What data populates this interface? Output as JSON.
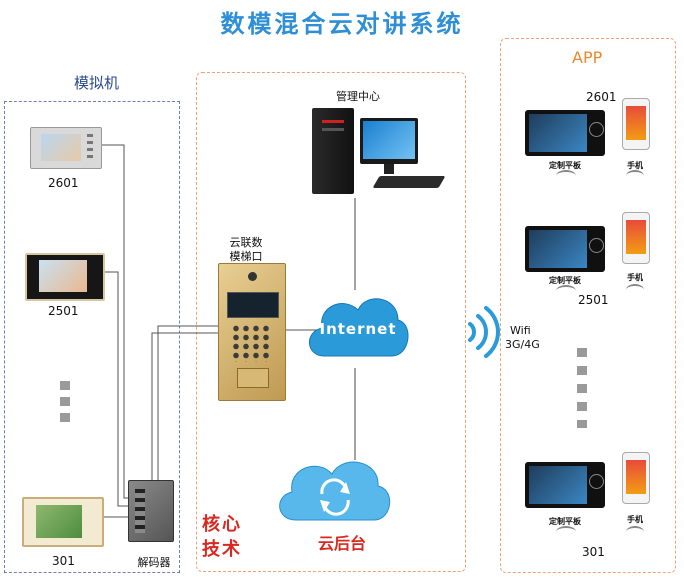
{
  "title": "数模混合云对讲系统",
  "analog": {
    "label": "模拟机",
    "units": [
      {
        "number": "2601"
      },
      {
        "number": "2501"
      },
      {
        "number": "301"
      }
    ]
  },
  "core": {
    "management_center": "管理中心",
    "door_station_label": "云联数模梯口机",
    "internet_label": "Internet",
    "cloud_backend_label": "云后台",
    "core_tech_label": "核心技术",
    "decoder_label": "解码器"
  },
  "wireless": {
    "line1": "Wifi",
    "line2": "3G/4G"
  },
  "app": {
    "label": "APP",
    "tablet_label": "定制平板",
    "phone_label": "手机",
    "groups": [
      {
        "number": "2601"
      },
      {
        "number": "2501"
      },
      {
        "number": "301"
      }
    ]
  },
  "colors": {
    "title": "#2f8fd6",
    "left_border": "#6f7fb4",
    "orange_border": "#f0a074",
    "cloud": "#2b9ad8",
    "core_text": "#d8281f",
    "app_label": "#e88a2a"
  }
}
